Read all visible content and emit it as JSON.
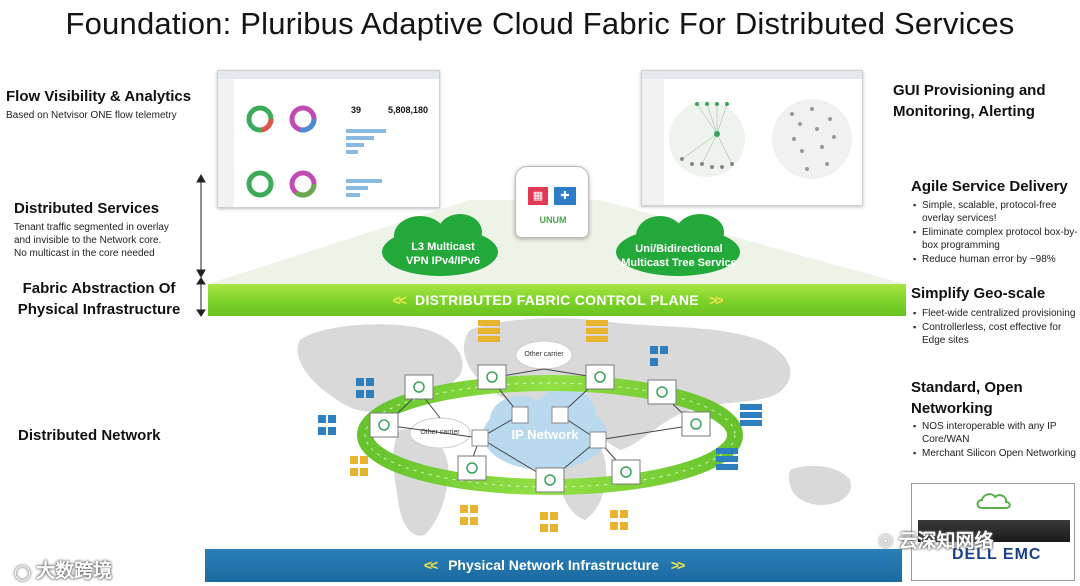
{
  "title": "Foundation: Pluribus Adaptive Cloud Fabric For Distributed Services",
  "left": {
    "flow_title": "Flow Visibility & Analytics",
    "flow_sub": "Based on Netvisor ONE  flow telemetry",
    "ds_title": "Distributed Services",
    "ds_lines": [
      "Tenant traffic segmented in overlay",
      "and invisible to the Network core.",
      "No multicast in the core needed"
    ],
    "fa_line1": "Fabric Abstraction Of",
    "fa_line2": "Physical Infrastructure",
    "dn_title": "Distributed Network"
  },
  "right": {
    "gui_line1": "GUI Provisioning and",
    "gui_line2": "Monitoring, Alerting",
    "agile_title": "Agile Service Delivery",
    "agile_items": [
      "Simple, scalable, protocol-free overlay services!",
      "Eliminate complex protocol box-by-box programming",
      "Reduce human error by ~98%"
    ],
    "geo_title": "Simplify Geo-scale",
    "geo_items": [
      "Fleet-wide centralized provisioning",
      "Controllerless, cost effective for Edge sites"
    ],
    "std_title_1": "Standard, Open",
    "std_title_2": "Networking",
    "std_items": [
      "NOS interoperable with any IP Core/WAN",
      "Merchant Silicon Open Networking"
    ]
  },
  "center": {
    "cloud_left_1": "L3 Multicast",
    "cloud_left_2": "VPN IPv4/IPv6",
    "cloud_right_1": "Uni/Bidirectional",
    "cloud_right_2": "Multicast Tree Service",
    "unum_label": "UNUM",
    "control_plane": "DISTRIBUTED FABRIC CONTROL PLANE",
    "physical": "Physical Network Infrastructure",
    "ip_network": "IP Network",
    "other_carrier": "Other carrier",
    "chevrons": "<<",
    "chevrons_r": ">>"
  },
  "dashboard": {
    "metric_a": "39",
    "metric_b": "5,808,180"
  },
  "watermarks": {
    "left": "大数跨境",
    "right": "云深知网络",
    "brand": "DELL EMC"
  },
  "colors": {
    "green_band": "#7cd22a",
    "cloud_green": "#23a83a",
    "blue_band": "#1c6aa0",
    "chevron_yellow": "#f2e64a"
  }
}
